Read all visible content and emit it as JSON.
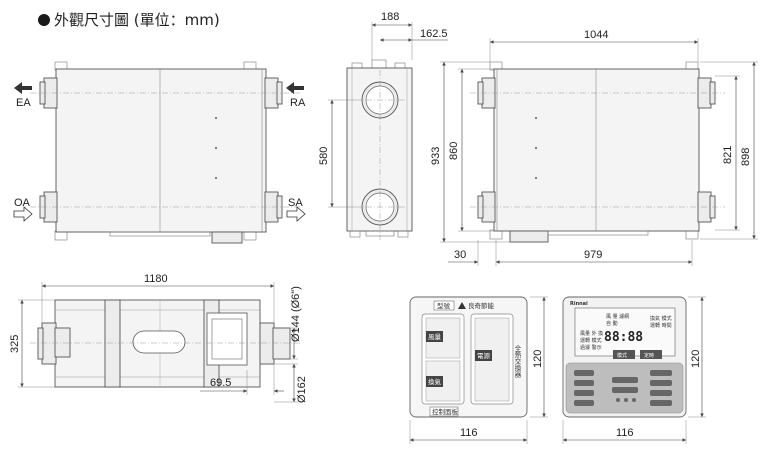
{
  "header": {
    "title": "外觀尺寸圖 (單位：mm)"
  },
  "front_view": {
    "labels": {
      "ea": "EA",
      "ra": "RA",
      "oa": "OA",
      "sa": "SA"
    }
  },
  "side_view": {
    "dims": {
      "width_188": "188",
      "offset_162_5": "162.5",
      "height_580": "580"
    }
  },
  "back_view": {
    "dims": {
      "width_1044": "1044",
      "height_933": "933",
      "height_860": "860",
      "height_821": "821",
      "height_898": "898",
      "offset_30": "30",
      "width_979": "979"
    }
  },
  "top_view": {
    "dims": {
      "length_1180": "1180",
      "height_325": "325",
      "offset_69_5": "69.5",
      "dia_144": "Ø144 (Ø6\")",
      "dia_162": "Ø162"
    }
  },
  "panel_left": {
    "top_tag": "型號",
    "brand": "良奇節能",
    "buttons": {
      "airflow": "風量",
      "mode": "換氣",
      "power": "電源"
    },
    "side_text": "全熱交換器",
    "bottom_tag": "控制面板",
    "dims": {
      "width": "116",
      "height": "120"
    }
  },
  "panel_right": {
    "brand": "Rinnai",
    "lcd_digits": "88:88",
    "lcd_lines": [
      "風 量 濾網",
      "自 動",
      "換氣 模式",
      "運轉 時間"
    ],
    "lcd_left_lines": [
      "風量 外 換",
      "運轉 模式",
      "過濾 警示"
    ],
    "buttons": {
      "mode": "模式",
      "timer": "定時"
    },
    "dims": {
      "width": "116",
      "height": "120"
    }
  }
}
